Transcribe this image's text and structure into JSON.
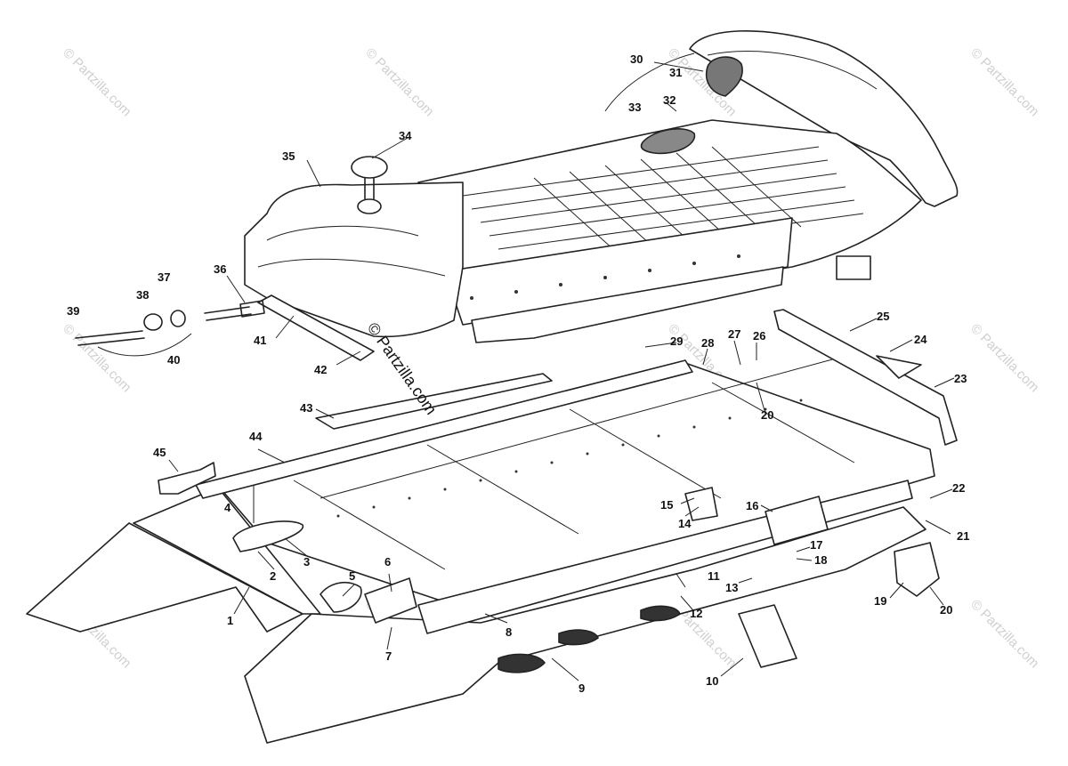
{
  "diagram": {
    "callouts": [
      "1",
      "2",
      "3",
      "4",
      "5",
      "6",
      "7",
      "8",
      "9",
      "10",
      "11",
      "12",
      "13",
      "14",
      "15",
      "16",
      "17",
      "18",
      "19",
      "20",
      "20",
      "20",
      "21",
      "22",
      "23",
      "24",
      "25",
      "26",
      "27",
      "28",
      "29",
      "30",
      "31",
      "32",
      "33",
      "34",
      "35",
      "36",
      "37",
      "38",
      "39",
      "40",
      "41",
      "42",
      "43",
      "44",
      "45"
    ],
    "watermark_text": "© Partzilla.com",
    "watermark_center_text": "© Partzilla.com"
  }
}
